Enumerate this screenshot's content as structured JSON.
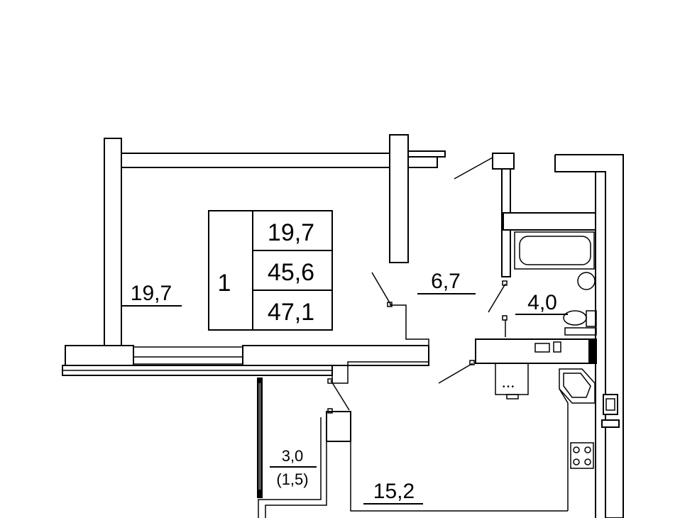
{
  "summary": {
    "rooms_count": "1",
    "living_area": "19,7",
    "total_area": "45,6",
    "total_area_with_balcony": "47,1"
  },
  "rooms": {
    "living_room": "19,7",
    "hall": "6,7",
    "bathroom": "4,0",
    "kitchen": "15,2",
    "balcony": "3,0",
    "balcony_reduced": "(1,5)"
  }
}
